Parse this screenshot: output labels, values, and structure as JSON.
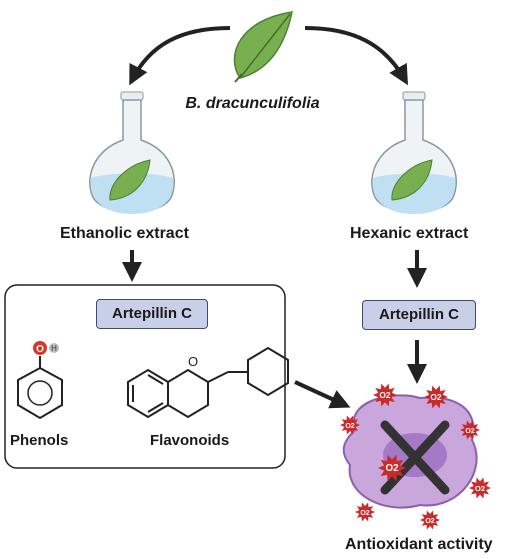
{
  "title": "B. dracunculifolia",
  "left_branch": {
    "extract_label": "Ethanolic extract",
    "compound_label": "Artepillin C",
    "molecules": [
      {
        "name": "Phenols"
      },
      {
        "name": "Flavonoids"
      }
    ]
  },
  "right_branch": {
    "extract_label": "Hexanic extract",
    "compound_label": "Artepillin C"
  },
  "outcome_label": "Antioxidant activity",
  "molecule_atoms": {
    "hydroxyl_o": "O",
    "hydroxyl_h": "H",
    "ring_o": "O"
  },
  "radical_label": "O2",
  "colors": {
    "leaf": "#6fa64a",
    "flask_liquid": "#bfe0f2",
    "pill_fill": "#c9cfe6",
    "pill_border": "#3f4a7a",
    "cell_fill": "#c9a6dc",
    "radical": "#cc2a2a",
    "arrow": "#222222"
  }
}
